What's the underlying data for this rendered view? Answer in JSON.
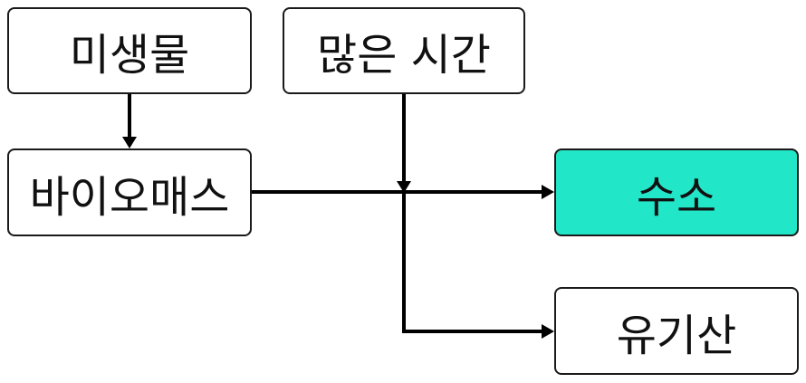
{
  "nodes": {
    "microbe": "미생물",
    "time": "많은 시간",
    "biomass": "바이오매스",
    "hydrogen": "수소",
    "organic_acid": "유기산"
  },
  "colors": {
    "highlight": "#22e6c8",
    "stroke": "#000000"
  }
}
